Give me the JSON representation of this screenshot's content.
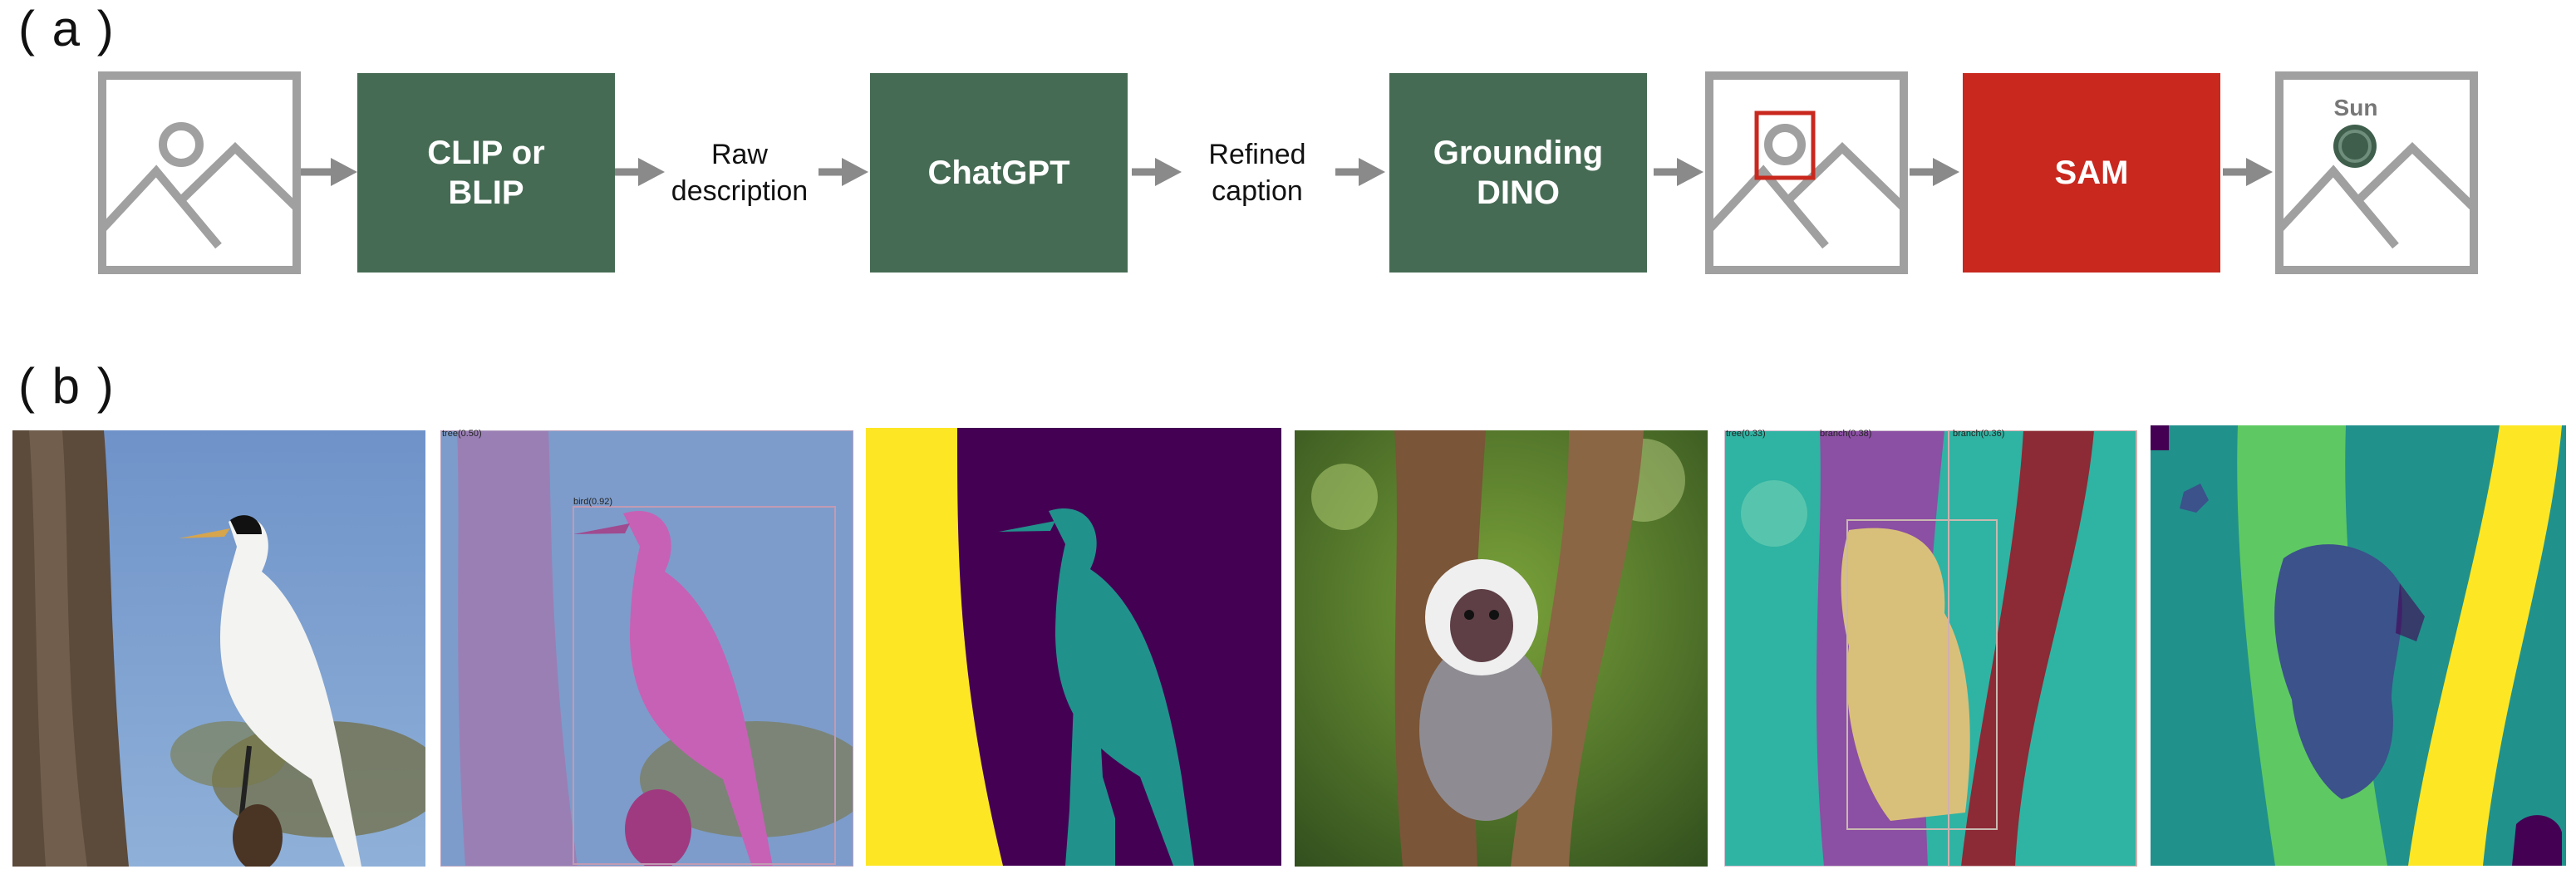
{
  "panel_a": {
    "label": "( a )",
    "clip_box": "CLIP or\nBLIP",
    "raw_description": "Raw\ndescription",
    "chatgpt_box": "ChatGPT",
    "refined_caption": "Refined\ncaption",
    "grounding_box": "Grounding\nDINO",
    "sam_box": "SAM",
    "sun_label": "Sun"
  },
  "panel_b": {
    "label": "( b )",
    "detections_bird": [
      "tree(0.50)",
      "bird(0.92)"
    ],
    "detections_monkey": [
      "tree(0.33)",
      "branch(0.38)",
      "branch(0.36)"
    ]
  },
  "colors": {
    "box_green": "#466b54",
    "box_red": "#c9281e",
    "icon_gray": "#a0a0a0",
    "arrow_gray": "#8a8a8a",
    "seg_yellow": "#fde725",
    "seg_purple": "#440154",
    "seg_teal": "#21918c",
    "seg_green": "#5ec962",
    "seg_blue": "#3b528b"
  }
}
